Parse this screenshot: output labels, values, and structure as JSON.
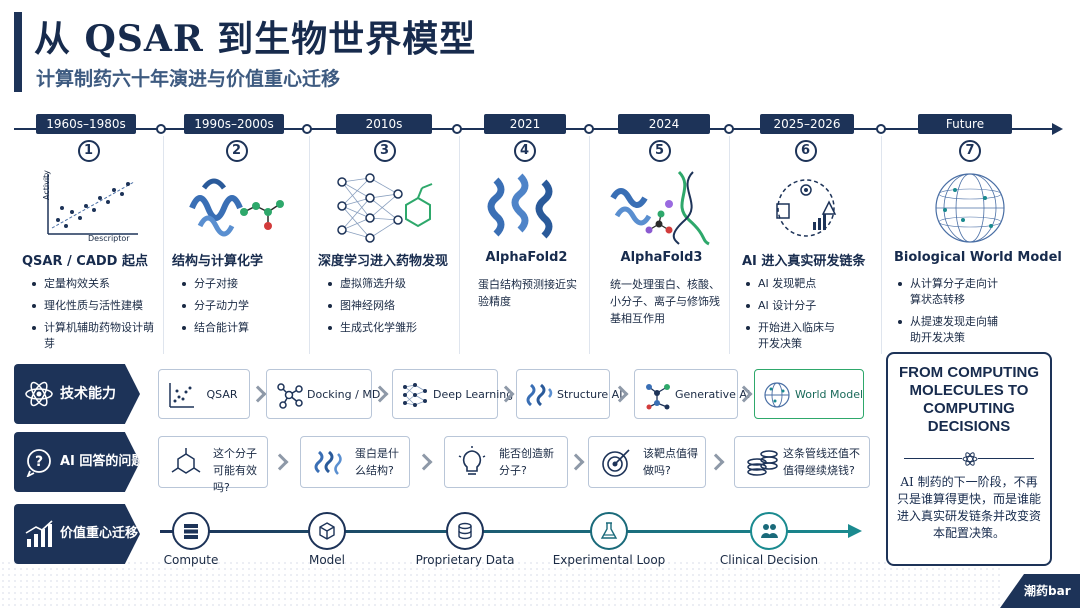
{
  "header": {
    "title": "从 QSAR 到生物世界模型",
    "subtitle": "计算制药六十年演进与价值重心迁移"
  },
  "eras": [
    {
      "year": "1960s–1980s",
      "num": "1",
      "title": "QSAR / CADD 起点",
      "bullets": [
        "定量构效关系",
        "理化性质与活性建模",
        "计算机辅助药物设计萌芽"
      ],
      "chart": {
        "xlabel": "Descriptor",
        "ylabel": "Activity"
      }
    },
    {
      "year": "1990s–2000s",
      "num": "2",
      "title": "结构与计算化学",
      "bullets": [
        "分子对接",
        "分子动力学",
        "结合能计算"
      ]
    },
    {
      "year": "2010s",
      "num": "3",
      "title": "深度学习进入药物发现",
      "bullets": [
        "虚拟筛选升级",
        "图神经网络",
        "生成式化学雏形"
      ]
    },
    {
      "year": "2021",
      "num": "4",
      "title": "AlphaFold2",
      "text": "蛋白结构预测接近实验精度"
    },
    {
      "year": "2024",
      "num": "5",
      "title": "AlphaFold3",
      "text": "统一处理蛋白、核酸、小分子、离子与修饰残基相互作用"
    },
    {
      "year": "2025–2026",
      "num": "6",
      "title": "AI 进入真实研发链条",
      "bullets": [
        "AI 发现靶点",
        "AI 设计分子",
        "开始进入临床与开发决策"
      ]
    },
    {
      "year": "Future",
      "num": "7",
      "title": "Biological World Model",
      "bullets": [
        "从计算分子走向计算状态转移",
        "从提速发现走向辅助开发决策"
      ]
    }
  ],
  "rows": {
    "capability": {
      "label": "技术能力",
      "items": [
        "QSAR",
        "Docking / MD",
        "Deep Learning",
        "Structure AI",
        "Generative AI",
        "World Model"
      ]
    },
    "questions": {
      "label": "AI 回答的问题",
      "items": [
        "这个分子可能有效吗?",
        "蛋白是什么结构?",
        "能否创造新分子?",
        "该靶点值得做吗?",
        "这条管线还值不值得继续烧钱?"
      ]
    },
    "value": {
      "label": "价值重心迁移",
      "items": [
        "Compute",
        "Model",
        "Proprietary Data",
        "Experimental Loop",
        "Clinical Decision"
      ]
    }
  },
  "conclusion": {
    "headline": "FROM COMPUTING MOLECULES TO COMPUTING DECISIONS",
    "body": "AI 制药的下一阶段，不再只是谁算得更快，而是谁能进入真实研发链条并改变资本配置决策。"
  },
  "brand": "潮药bar",
  "colors": {
    "navy": "#1d3358",
    "teal": "#1a8a8f",
    "border": "#b9c6d8"
  }
}
